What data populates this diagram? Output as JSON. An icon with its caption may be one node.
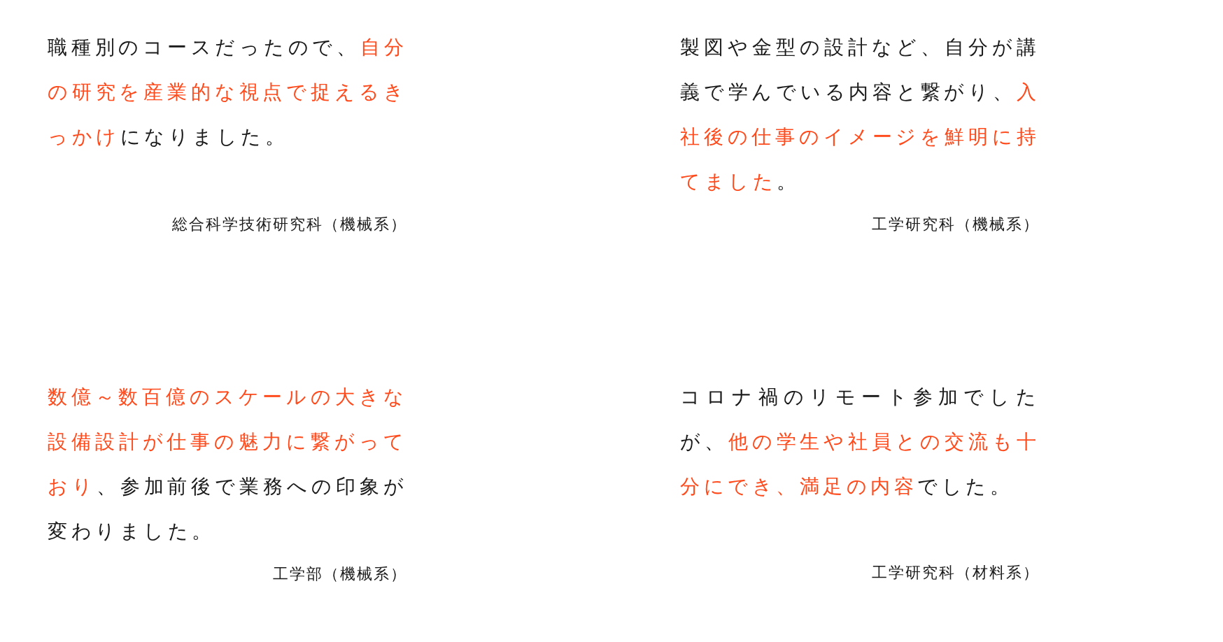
{
  "diagram": {
    "labels": [
      "職種別のコースだったので、**自分の研究を産業的な視点で捉えるきっかけ**になりました。",
      "総合科学技術研究科（機械系）",
      "製図や金型の設計など、自分が講義で学んでいる内容と繋がり、**入社後の仕事のイメージを鮮明に持てました**。",
      "工学研究科（機械系）",
      "**数億～数百億のスケールの大きな設備設計が仕事の魅力に繋がっており**、参加前後で業務への印象が変わりました。",
      "工学部（機械系）",
      "コロナ禍のリモート参加でしたが、**他の学生や社員との交流も十分にでき、満足の内容**でした。",
      "工学研究科（材料系）"
    ]
  }
}
